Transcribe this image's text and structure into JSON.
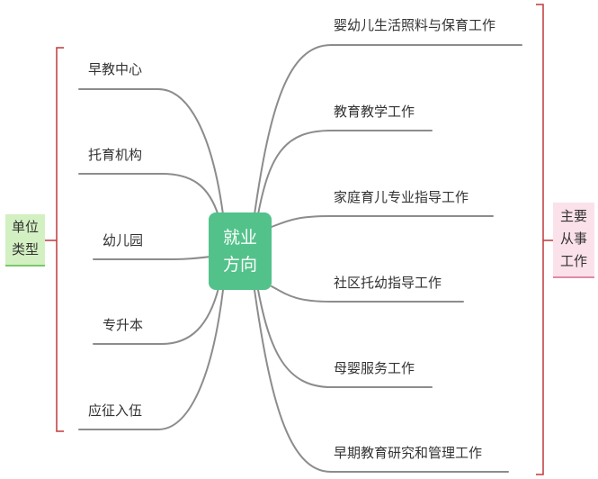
{
  "central": {
    "line1": "就业",
    "line2": "方向"
  },
  "left_group": {
    "title_line1": "单位",
    "title_line2": "类型",
    "items": [
      "早教中心",
      "托育机构",
      "幼儿园",
      "专升本",
      "应征入伍"
    ]
  },
  "right_group": {
    "title_line1": "主要",
    "title_line2": "从事",
    "title_line3": "工作",
    "items": [
      "婴幼儿生活照料与保育工作",
      "教育教学工作",
      "家庭育儿专业指导工作",
      "社区托幼指导工作",
      "母婴服务工作",
      "早期教育研究和管理工作"
    ]
  },
  "colors": {
    "central_fill": "#52c28a",
    "branch_line": "#8c8c8c",
    "bracket": "#c0393b",
    "left_box_fill": "#d3f0c2",
    "right_box_fill": "#fbe1ea"
  }
}
